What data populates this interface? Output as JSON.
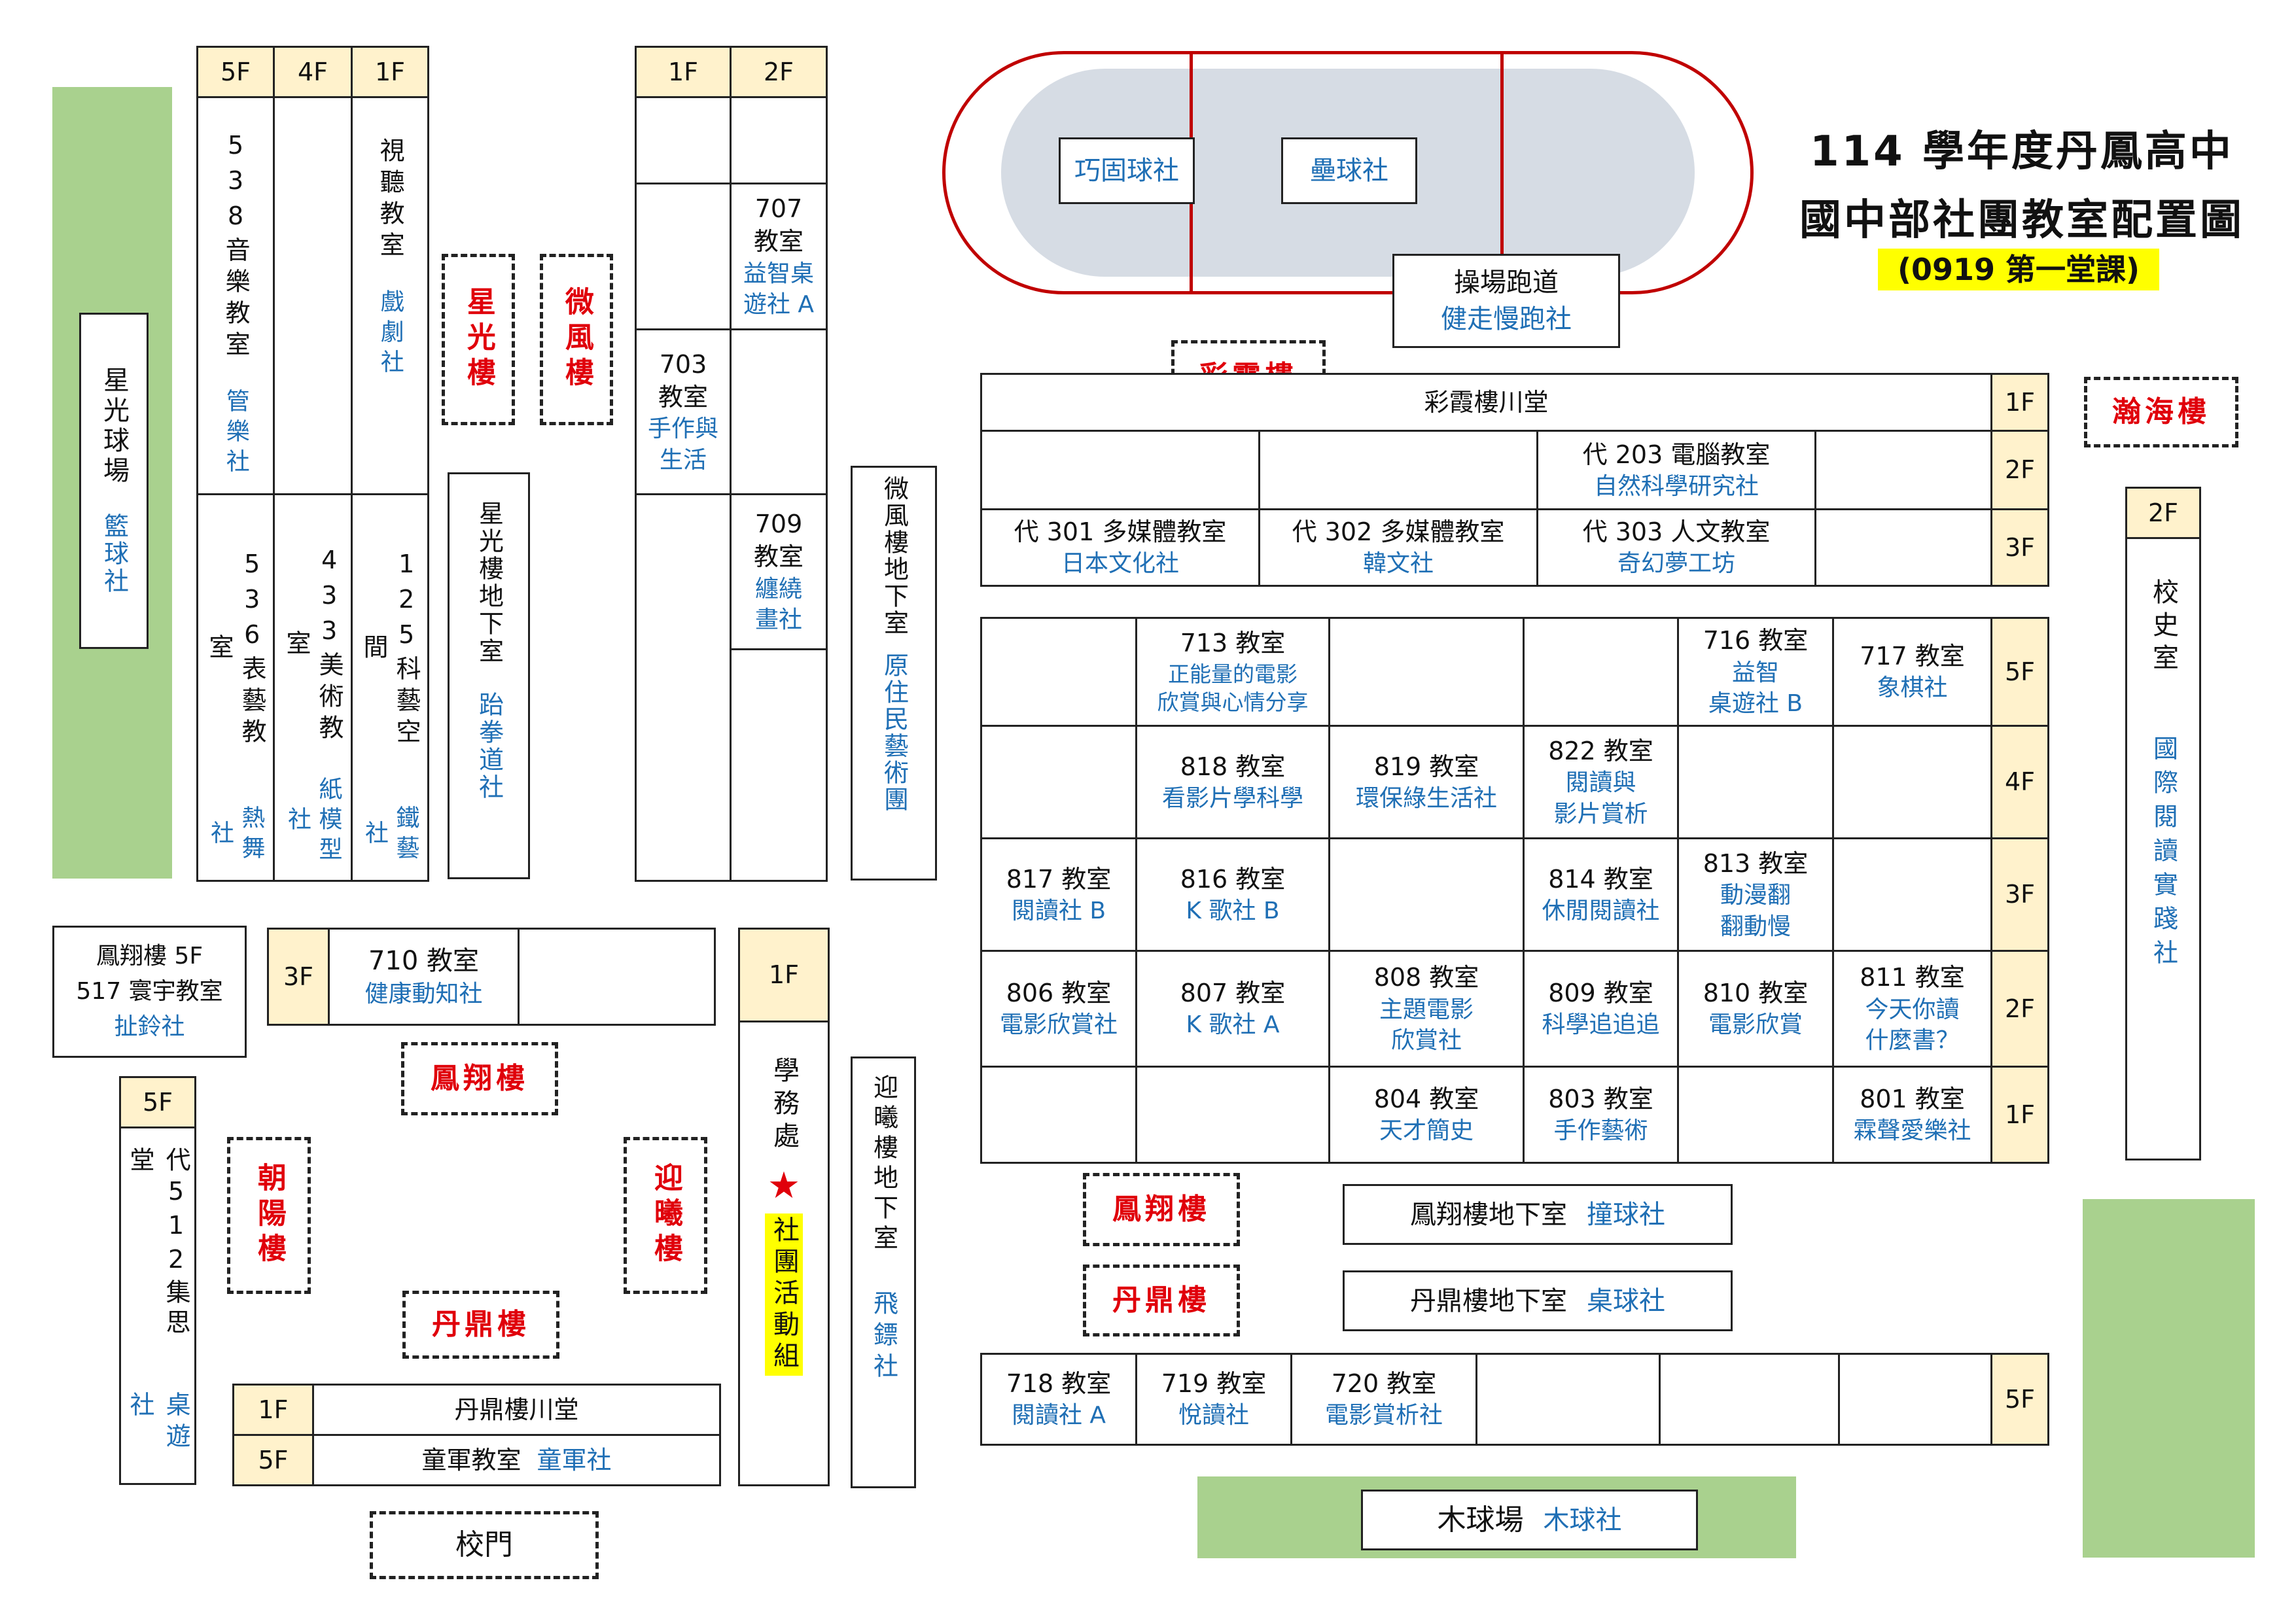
{
  "title": {
    "line1": "114 學年度丹鳳高中",
    "line2": "國中部社團教室配置圖",
    "line3": "(0919 第一堂課)"
  },
  "colors": {
    "club": "#1f6fb5",
    "building": "#e0000b",
    "header": "#fff2cc",
    "green": "#a9d18e",
    "track": "#c00000",
    "highlight": "#ffff00"
  },
  "field": {
    "left": "巧固球社",
    "center": "壘球社",
    "track_room": "操場跑道",
    "track_club": "健走慢跑社"
  },
  "xingguang_court": {
    "label": "星光球場",
    "club": "籃球社"
  },
  "xingguang": {
    "floors": [
      "5F",
      "4F",
      "1F"
    ],
    "r538": {
      "room": "538音樂教室",
      "club": "管樂社"
    },
    "r_av": {
      "room": "視聽教室",
      "club": "戲劇社"
    },
    "r536": {
      "room": "536表藝教室",
      "club": "熱舞社"
    },
    "r433": {
      "room": "433美術教室",
      "club": "紙模型社"
    },
    "r125": {
      "room": "125科藝空間",
      "club": "鐵藝社"
    }
  },
  "tags": {
    "xingguang": "星光樓",
    "weifeng": "微風樓",
    "caixia": "彩霞樓",
    "hanhai": "瀚海樓",
    "fengxiang": "鳳翔樓",
    "chaoyang": "朝陽樓",
    "yingxi": "迎曦樓",
    "danding": "丹鼎樓"
  },
  "xg_basement": {
    "room": "星光樓地下室",
    "club": "跆拳道社"
  },
  "weifeng_tower": {
    "floors": [
      "1F",
      "2F"
    ],
    "r707": {
      "num": "707",
      "room": "教室",
      "club1": "益智桌",
      "club2": "遊社 A"
    },
    "r703": {
      "num": "703",
      "room": "教室",
      "club1": "手作與",
      "club2": "生活"
    },
    "r709": {
      "num": "709",
      "room": "教室",
      "club1": "纏繞",
      "club2": "畫社"
    }
  },
  "wf_basement": {
    "room": "微風樓地下室",
    "club": "原住民藝術團"
  },
  "caixia": {
    "hall": "彩霞樓川堂",
    "floors": [
      "1F",
      "2F",
      "3F"
    ],
    "r203": {
      "room": "代 203 電腦教室",
      "club": "自然科學研究社"
    },
    "r301": {
      "room": "代 301 多媒體教室",
      "club": "日本文化社"
    },
    "r302": {
      "room": "代 302 多媒體教室",
      "club": "韓文社"
    },
    "r303": {
      "room": "代 303 人文教室",
      "club": "奇幻夢工坊"
    }
  },
  "history": {
    "floor": "2F",
    "room": "校史室",
    "club": "國際閱讀實踐社"
  },
  "main": {
    "floors": [
      "5F",
      "4F",
      "3F",
      "2F",
      "1F"
    ],
    "r713": {
      "room": "713 教室",
      "c1": "正能量的電影",
      "c2": "欣賞與心情分享"
    },
    "r716": {
      "room": "716 教室",
      "c1": "益智",
      "c2": "桌遊社 B"
    },
    "r717": {
      "room": "717 教室",
      "c1": "象棋社"
    },
    "r818": {
      "room": "818 教室",
      "c1": "看影片學科學"
    },
    "r819": {
      "room": "819 教室",
      "c1": "環保綠生活社"
    },
    "r822": {
      "room": "822 教室",
      "c1": "閱讀與",
      "c2": "影片賞析"
    },
    "r817": {
      "room": "817 教室",
      "c1": "閱讀社 B"
    },
    "r816": {
      "room": "816 教室",
      "c1": "K 歌社 B"
    },
    "r814": {
      "room": "814 教室",
      "c1": "休閒閱讀社"
    },
    "r813": {
      "room": "813 教室",
      "c1": "動漫翻",
      "c2": "翻動慢"
    },
    "r806": {
      "room": "806 教室",
      "c1": "電影欣賞社"
    },
    "r807": {
      "room": "807 教室",
      "c1": "K 歌社 A"
    },
    "r808": {
      "room": "808 教室",
      "c1": "主題電影",
      "c2": "欣賞社"
    },
    "r809": {
      "room": "809 教室",
      "c1": "科學追追追"
    },
    "r810": {
      "room": "810 教室",
      "c1": "電影欣賞"
    },
    "r811": {
      "room": "811 教室",
      "c1": "今天你讀",
      "c2": "什麼書？"
    },
    "r804": {
      "room": "804 教室",
      "c1": "天才簡史"
    },
    "r803": {
      "room": "803 教室",
      "c1": "手作藝術"
    },
    "r801": {
      "room": "801 教室",
      "c1": "霖聲愛樂社"
    }
  },
  "fx_basement": {
    "room": "鳳翔樓地下室",
    "club": "撞球社"
  },
  "dd_basement": {
    "room": "丹鼎樓地下室",
    "club": "桌球社"
  },
  "bottom_row": {
    "floor": "5F",
    "r718": {
      "room": "718 教室",
      "club": "閱讀社 A"
    },
    "r719": {
      "room": "719 教室",
      "club": "悅讀社"
    },
    "r720": {
      "room": "720 教室",
      "club": "電影賞析社"
    }
  },
  "woodball": {
    "room": "木球場",
    "club": "木球社"
  },
  "fx517": {
    "line1": "鳳翔樓 5F",
    "line2": "517 寰宇教室",
    "club": "扯鈴社"
  },
  "fx3f": {
    "floor": "3F",
    "room": "710 教室",
    "club": "健康動知社"
  },
  "r512": {
    "floor": "5F",
    "room": "代512集思堂",
    "club": "桌遊社"
  },
  "xuewu": {
    "floor": "1F",
    "room": "學務處",
    "star": "★",
    "label": "社團活動組"
  },
  "yx_basement": {
    "room": "迎曦樓地下室",
    "club": "飛鏢社"
  },
  "danding_hall": {
    "f1": "1F",
    "hall": "丹鼎樓川堂",
    "f5": "5F",
    "room": "童軍教室",
    "club": "童軍社"
  },
  "gate": "校門"
}
